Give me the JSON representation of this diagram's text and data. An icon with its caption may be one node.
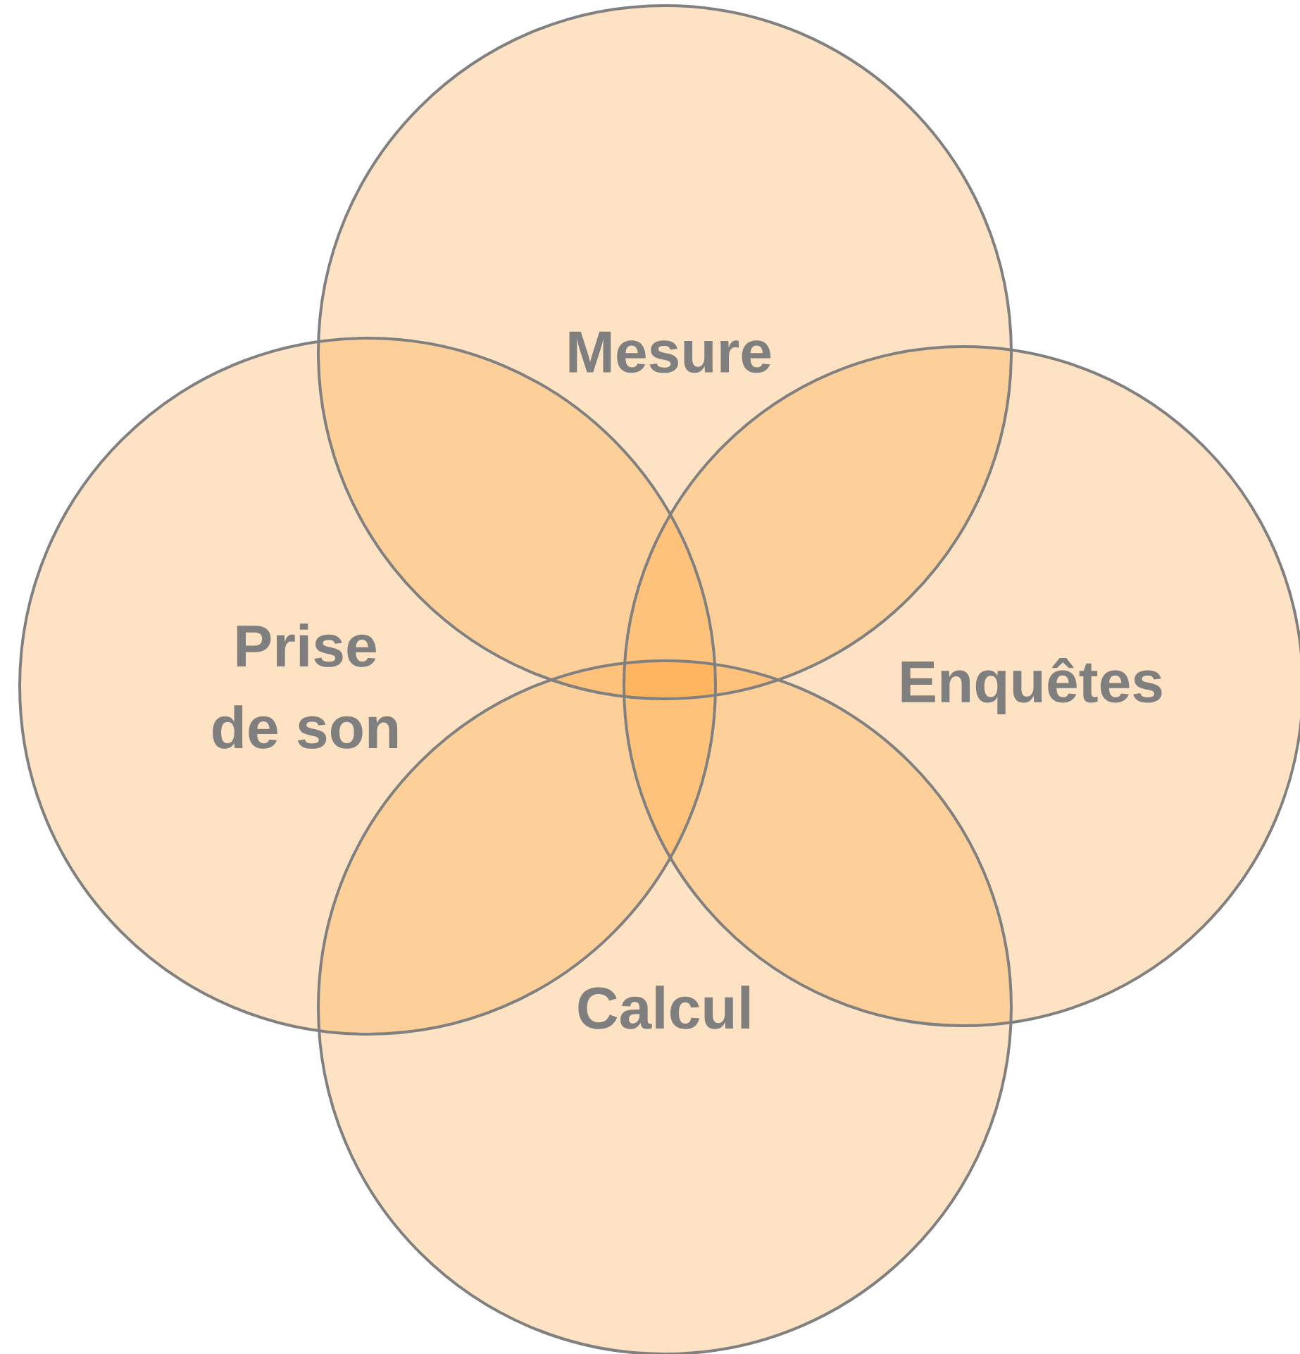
{
  "diagram": {
    "nodes": [
      {
        "text": [
          "Mesure"
        ]
      },
      {
        "text": [
          "Prise de son"
        ]
      },
      {
        "text": [
          "Enquêtes"
        ]
      },
      {
        "text": [
          "Calcul"
        ]
      }
    ]
  }
}
